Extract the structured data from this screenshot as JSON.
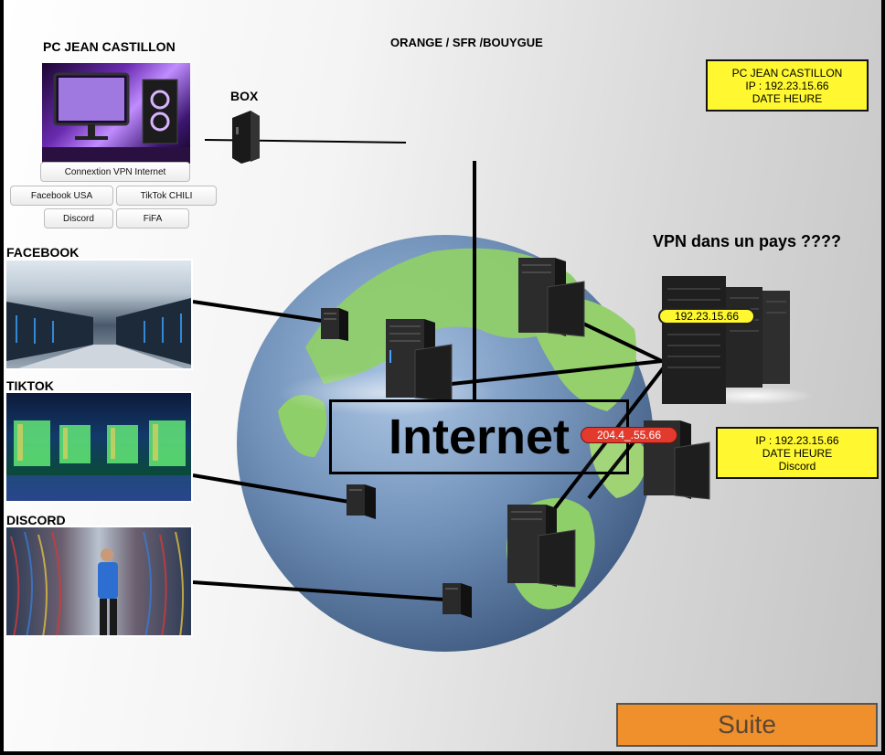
{
  "labels": {
    "pc_title": "PC JEAN CASTILLON",
    "isp": "ORANGE / SFR /BOUYGUE",
    "box": "BOX",
    "facebook": "FACEBOOK",
    "tiktok": "TIKTOK",
    "discord": "DISCORD",
    "vpn_question": "VPN dans un pays ????",
    "internet": "Internet"
  },
  "buttons": {
    "vpn_connection": "Connextion VPN Internet",
    "facebook_usa": "Facebook USA",
    "tiktok_chili": "TikTok CHILI",
    "discord": "Discord",
    "fifa": "FiFA"
  },
  "info_top": {
    "line1": "PC JEAN CASTILLON",
    "line2": "IP : 192.23.15.66",
    "line3": "DATE HEURE"
  },
  "info_right": {
    "line1": "IP : 192.23.15.66",
    "line2": "DATE HEURE",
    "line3": "Discord"
  },
  "ip_badges": {
    "vpn_ip": "192.23.15.66",
    "exit_ip": "204.4_.55.66"
  },
  "suite_button": "Suite",
  "colors": {
    "yellow": "#fff830",
    "orange": "#f0902c",
    "red_badge": "#e23b2e",
    "globe_ocean": "#6f8fb7",
    "globe_land": "#8fcf6a"
  }
}
